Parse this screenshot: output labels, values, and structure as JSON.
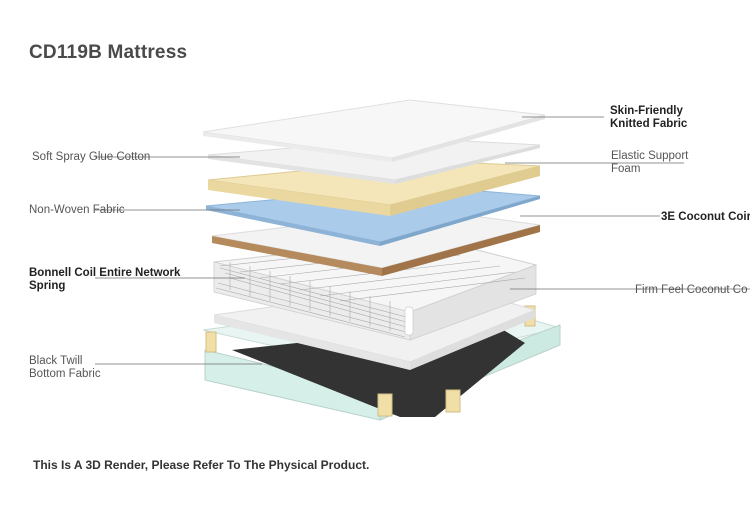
{
  "title": "CD119B Mattress",
  "labels": {
    "skin_friendly": [
      "Skin-Friendly",
      "Knitted Fabric"
    ],
    "soft_spray": "Soft Spray Glue Cotton",
    "elastic_support": [
      "Elastic Support",
      "Foam"
    ],
    "non_woven": "Non-Woven Fabric",
    "coconut_3e": "3E Coconut Coir",
    "bonnell": [
      "Bonnell Coil Entire Network",
      "Spring"
    ],
    "firm_feel": "Firm Feel Coconut Co",
    "black_twill": [
      "Black Twill",
      "Bottom Fabric"
    ]
  },
  "footer": "This Is A 3D Render, Please Refer To The Physical Product.",
  "colors": {
    "top_fabric": "#f7f7f7",
    "foam_yellow": "#f4e6b8",
    "non_woven_blue": "#a9c9e8",
    "coconut_brown": "#b58a5c",
    "bottom_black": "#333333",
    "frame_mint": "#d6efe9"
  }
}
